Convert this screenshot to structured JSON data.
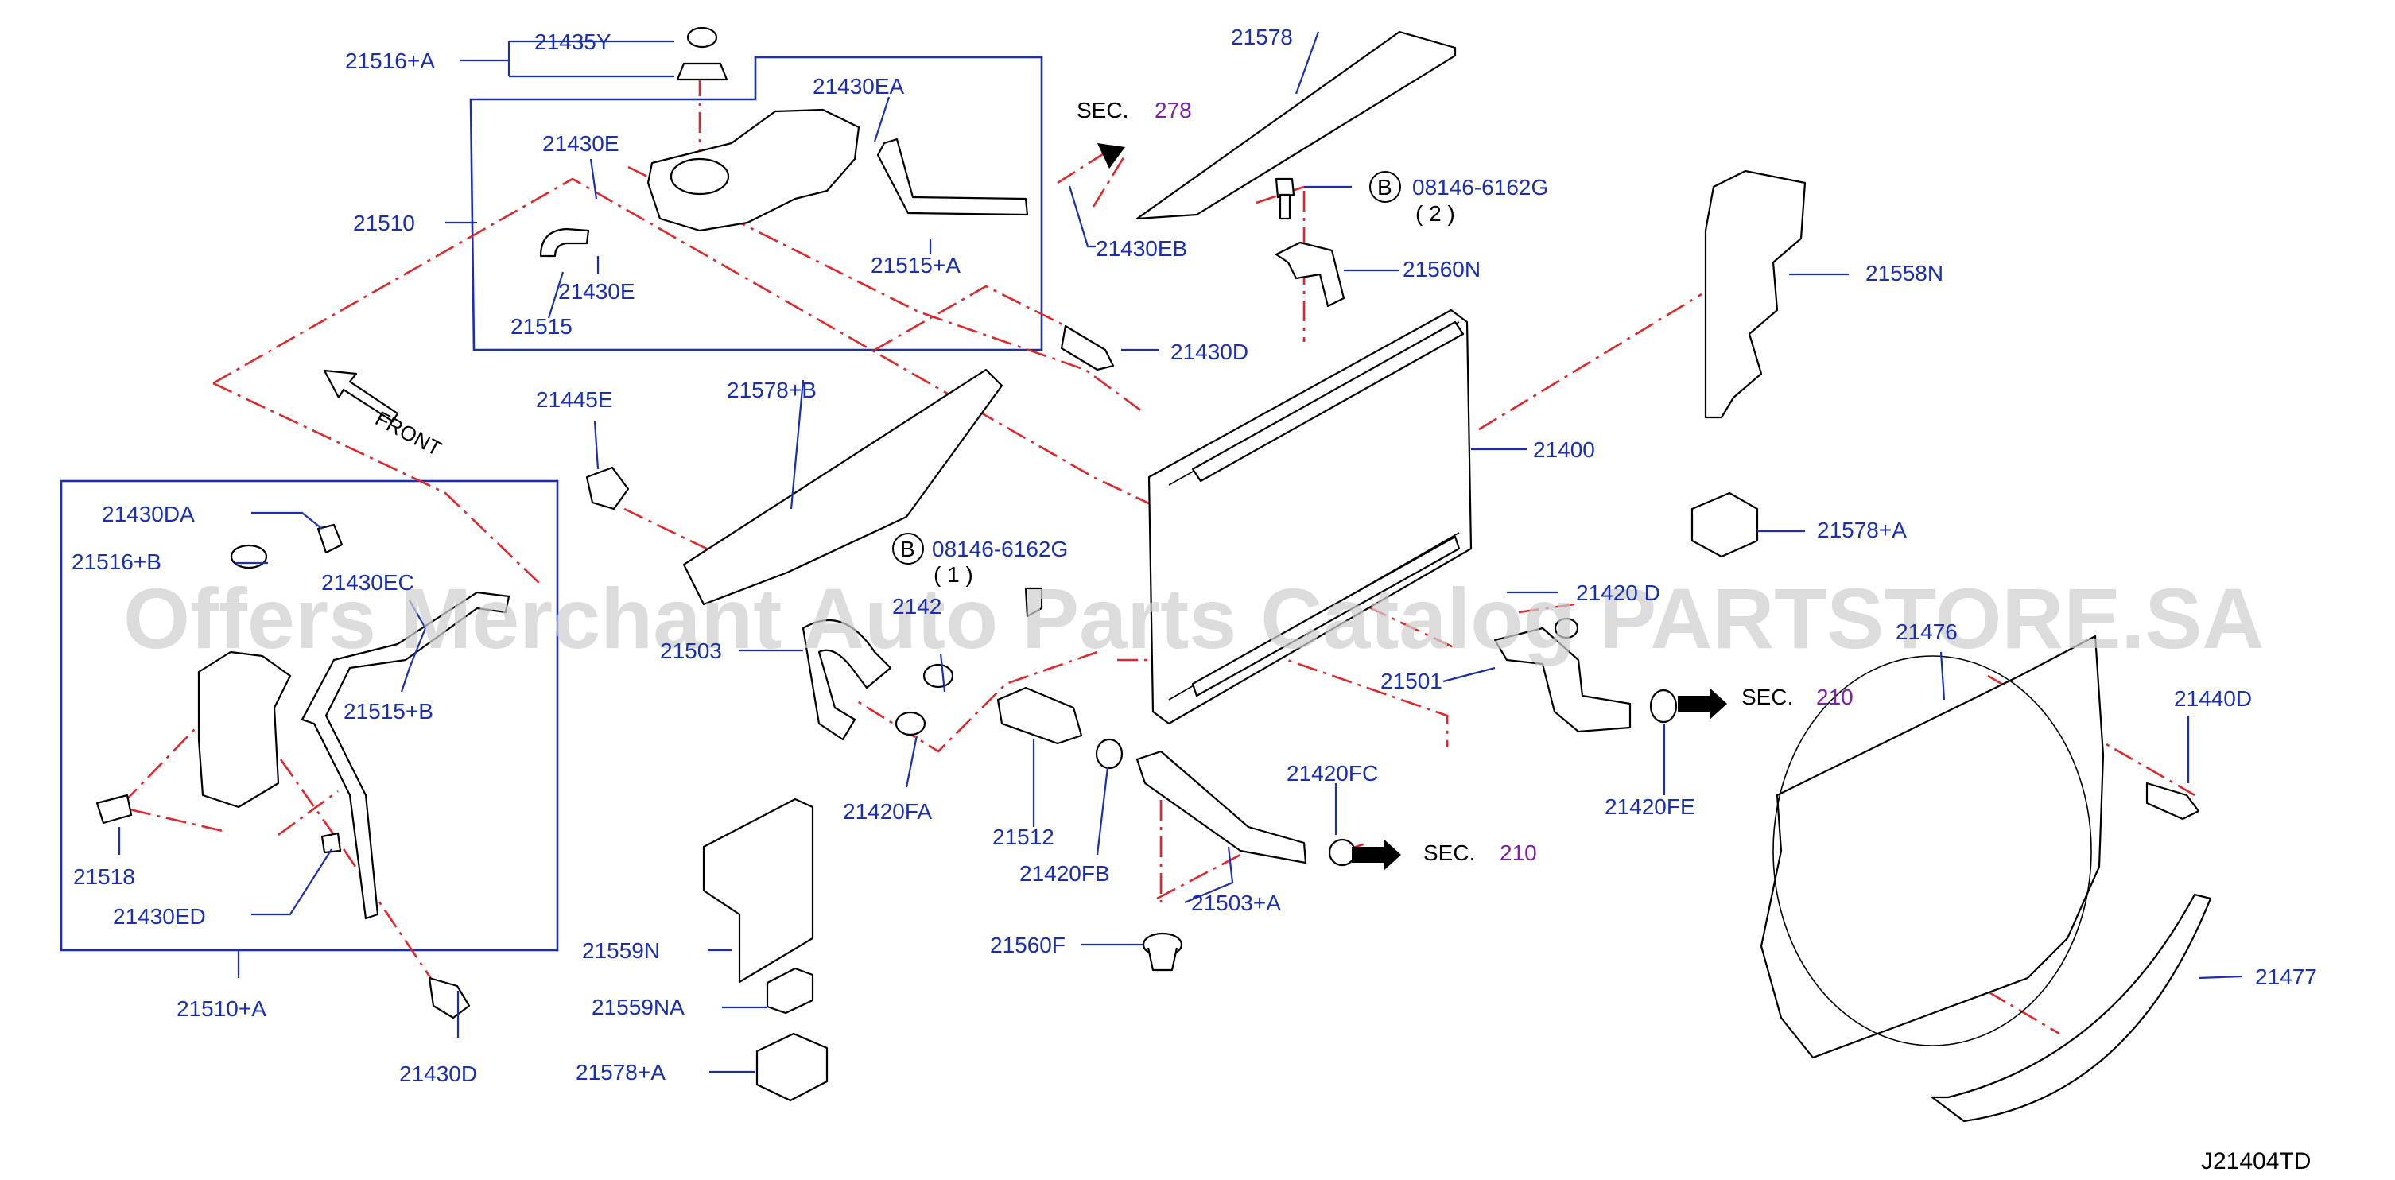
{
  "diagram_code": "J21404TD",
  "watermark": "Offers Merchant Auto Parts Catalog PARTSTORE.SA",
  "front_label": "FRONT",
  "bolt_spec_1": {
    "badge": "B",
    "part": "08146-6162G",
    "qty": "( 1 )"
  },
  "bolt_spec_2": {
    "badge": "B",
    "part": "08146-6162G",
    "qty": "( 2 )"
  },
  "sections": [
    {
      "prefix": "SEC.",
      "number": "278"
    },
    {
      "prefix": "SEC.",
      "number": "210"
    },
    {
      "prefix": "SEC.",
      "number": "210"
    }
  ],
  "labels": {
    "p21516A": "21516+A",
    "p21435Y": "21435Y",
    "p21430EA": "21430EA",
    "p21430E_1": "21430E",
    "p21510": "21510",
    "p21430E_2": "21430E",
    "p21515": "21515",
    "p21515A": "21515+A",
    "p21430EB": "21430EB",
    "p21578": "21578",
    "p21560N": "21560N",
    "p21558N": "21558N",
    "p21430D_1": "21430D",
    "p21445E": "21445E",
    "p21578B": "21578+B",
    "p21400": "21400",
    "p21578A_1": "21578+A",
    "p21430DA": "21430DA",
    "p21516B": "21516+B",
    "p21430EC": "21430EC",
    "p21515B": "21515+B",
    "p21518": "21518",
    "p21430ED": "21430ED",
    "p21510A": "21510+A",
    "p21430D_2": "21430D",
    "p21503": "21503",
    "p21420_partial": "2142",
    "p21420FA": "21420FA",
    "p21512": "21512",
    "p21420FB": "21420FB",
    "p21420FC": "21420FC",
    "p21503A": "21503+A",
    "p21560F": "21560F",
    "p21559N": "21559N",
    "p21559NA": "21559NA",
    "p21578A_2": "21578+A",
    "p21420D": "21420  D",
    "p21501": "21501",
    "p21420FE": "21420FE",
    "p21476": "21476",
    "p21440D": "21440D",
    "p21477": "21477"
  }
}
